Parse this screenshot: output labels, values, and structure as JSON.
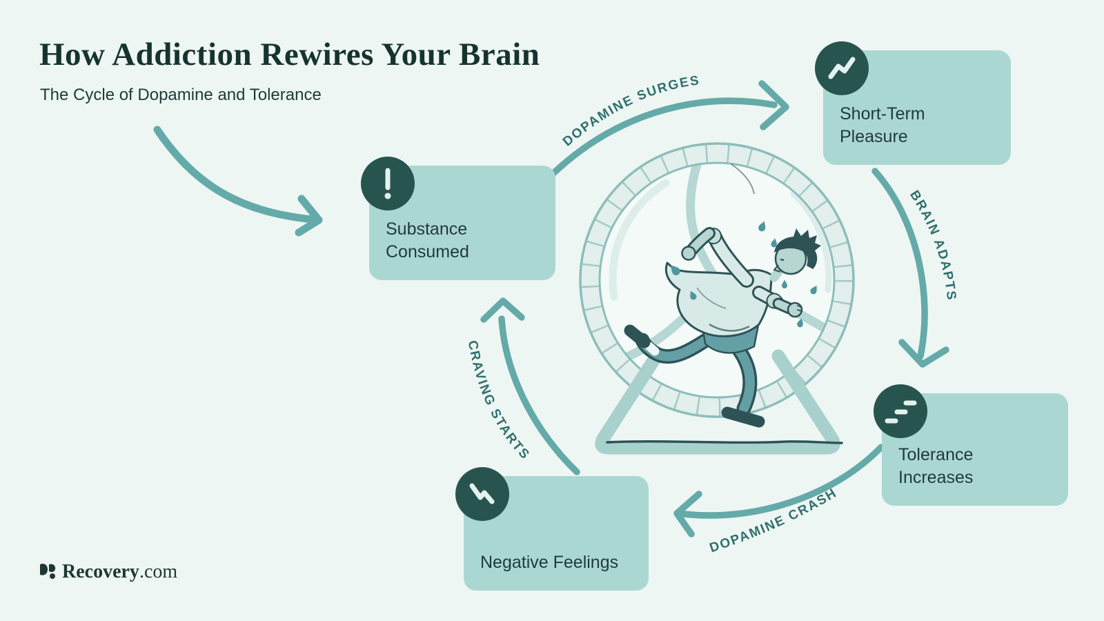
{
  "header": {
    "title": "How Addiction Rewires Your Brain",
    "subtitle": "The Cycle of Dopamine and Tolerance"
  },
  "cycle": {
    "stages": [
      {
        "id": "substance-consumed",
        "label": "Substance Consumed",
        "icon": "exclamation-icon"
      },
      {
        "id": "short-term-pleasure",
        "label": "Short-Term Pleasure",
        "icon": "trend-up-icon"
      },
      {
        "id": "tolerance-increases",
        "label": "Tolerance Increases",
        "icon": "steps-up-icon"
      },
      {
        "id": "negative-feelings",
        "label": "Negative Feelings",
        "icon": "trend-down-icon"
      }
    ],
    "transitions": [
      {
        "from": "substance-consumed",
        "to": "short-term-pleasure",
        "label": "DOPAMINE SURGES"
      },
      {
        "from": "short-term-pleasure",
        "to": "tolerance-increases",
        "label": "BRAIN ADAPTS"
      },
      {
        "from": "tolerance-increases",
        "to": "negative-feelings",
        "label": "DOPAMINE CRASH"
      },
      {
        "from": "negative-feelings",
        "to": "substance-consumed",
        "label": "CRAVING STARTS"
      }
    ]
  },
  "illustration": {
    "description": "exhausted man running inside a hamster wheel"
  },
  "footer": {
    "brand_name": "Recovery",
    "brand_suffix": ".com"
  },
  "colors": {
    "background": "#edf6f3",
    "card": "#abd7d3",
    "icon_circle": "#27544f",
    "icon_glyph": "#e4f2ef",
    "arrow": "#64aaa9",
    "curve_label": "#2f6f6d",
    "title": "#16332f",
    "ink": "#2e5356",
    "wheel_rim": "#8cbdbb",
    "pants": "#649fa6",
    "shirt": "#d8eae7"
  }
}
